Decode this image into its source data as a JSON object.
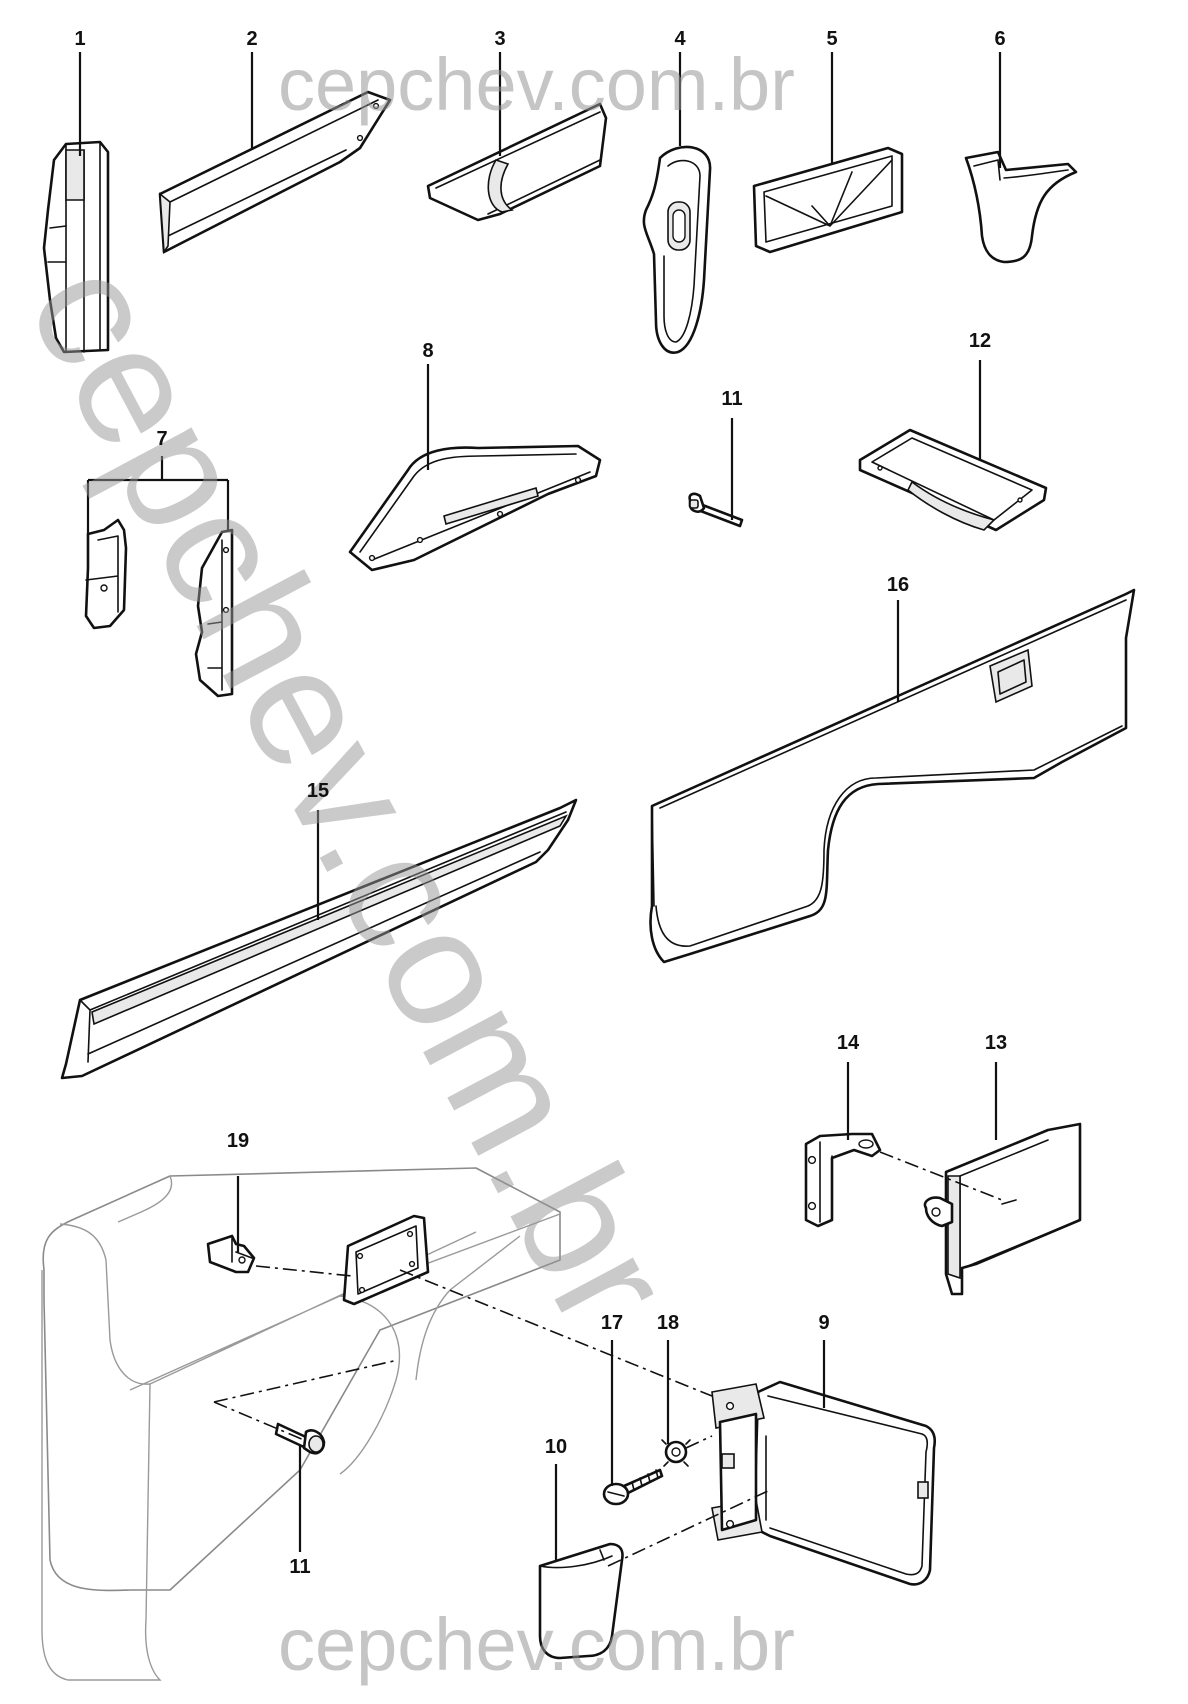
{
  "watermark": {
    "top": "cepchev.com.br",
    "diagonal": "cepchev.com.br",
    "bottom": "cepchev.com.br"
  },
  "callouts": [
    {
      "id": "c1",
      "label": "1"
    },
    {
      "id": "c2",
      "label": "2"
    },
    {
      "id": "c3",
      "label": "3"
    },
    {
      "id": "c4",
      "label": "4"
    },
    {
      "id": "c5",
      "label": "5"
    },
    {
      "id": "c6",
      "label": "6"
    },
    {
      "id": "c7",
      "label": "7"
    },
    {
      "id": "c8",
      "label": "8"
    },
    {
      "id": "c11a",
      "label": "11"
    },
    {
      "id": "c12",
      "label": "12"
    },
    {
      "id": "c16",
      "label": "16"
    },
    {
      "id": "c15",
      "label": "15"
    },
    {
      "id": "c14",
      "label": "14"
    },
    {
      "id": "c13",
      "label": "13"
    },
    {
      "id": "c19",
      "label": "19"
    },
    {
      "id": "c17",
      "label": "17"
    },
    {
      "id": "c18",
      "label": "18"
    },
    {
      "id": "c9",
      "label": "9"
    },
    {
      "id": "c10",
      "label": "10"
    },
    {
      "id": "c11b",
      "label": "11"
    }
  ]
}
